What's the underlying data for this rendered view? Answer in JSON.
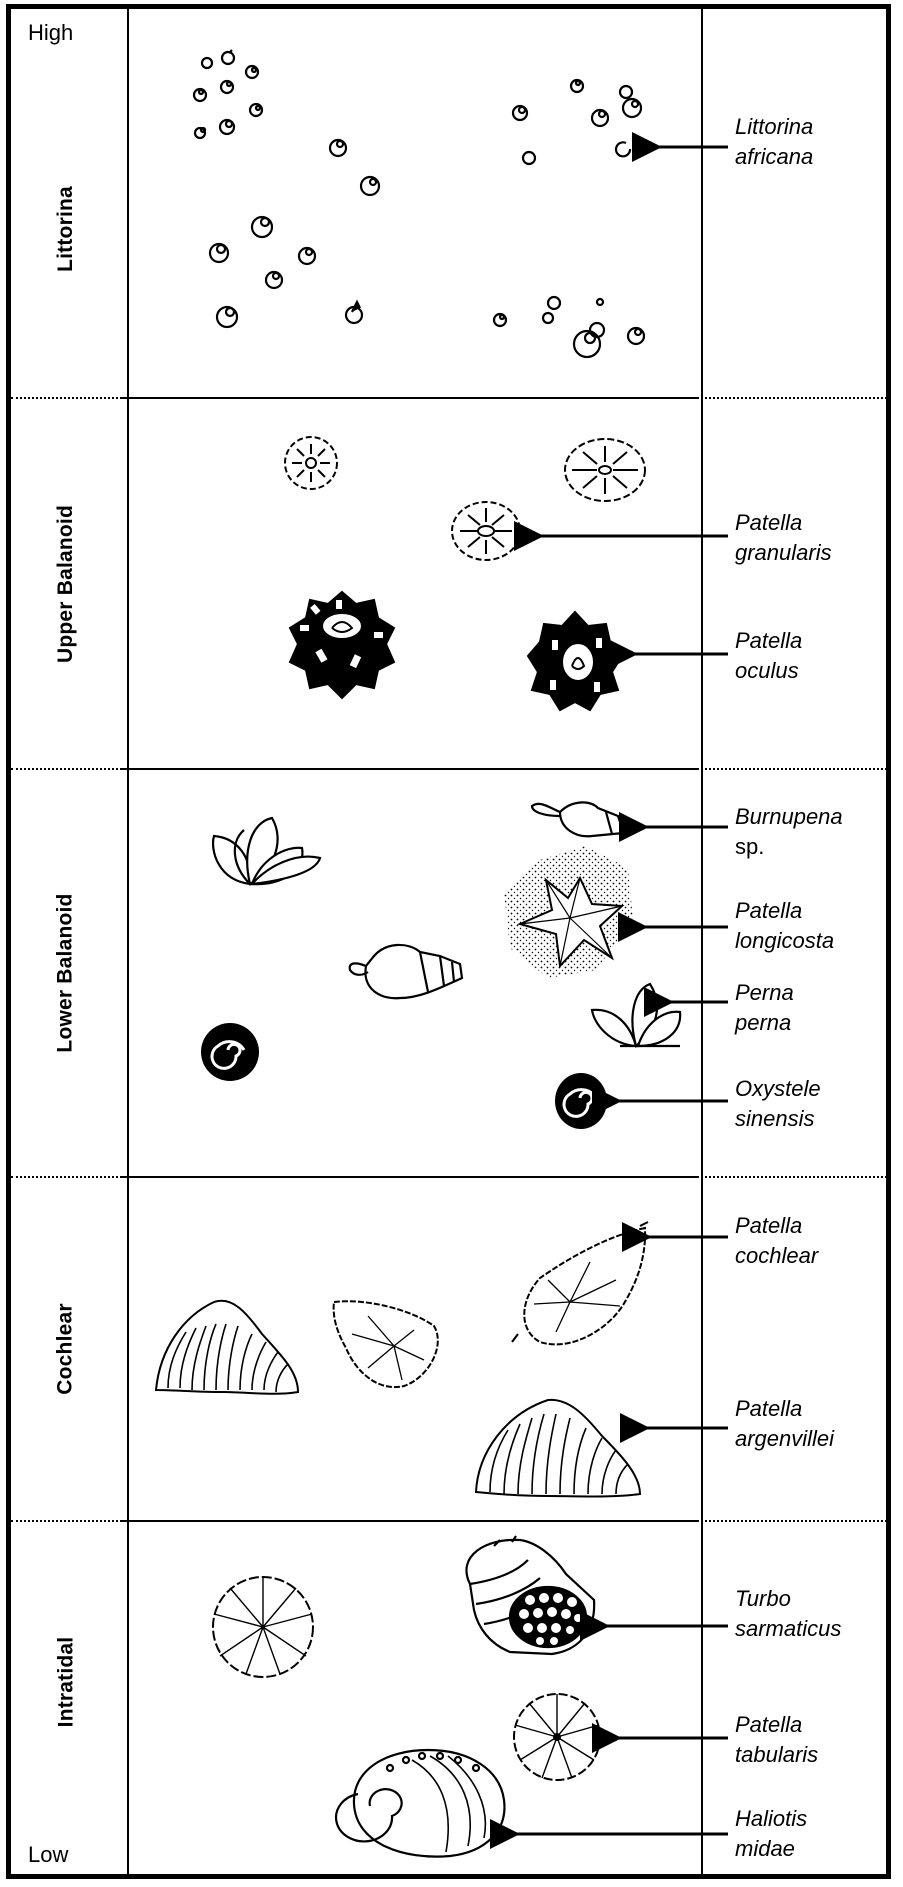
{
  "scale": {
    "high": "High",
    "low": "Low"
  },
  "zones": [
    {
      "name": "Littorina"
    },
    {
      "name": "Upper Balanoid"
    },
    {
      "name": "Lower Balanoid"
    },
    {
      "name": "Cochlear"
    },
    {
      "name": "Intratidal"
    }
  ],
  "species": [
    {
      "line1": "Littorina",
      "line2": "africana"
    },
    {
      "line1": "Patella",
      "line2": "granularis"
    },
    {
      "line1": "Patella",
      "line2": "oculus"
    },
    {
      "line1": "Burnupena",
      "line2": "sp."
    },
    {
      "line1": "Patella",
      "line2": "longicosta"
    },
    {
      "line1": "Perna",
      "line2": "perna"
    },
    {
      "line1": "Oxystele",
      "line2": "sinensis"
    },
    {
      "line1": "Patella",
      "line2": "cochlear"
    },
    {
      "line1": "Patella",
      "line2": "argenvillei"
    },
    {
      "line1": "Turbo",
      "line2": "sarmaticus"
    },
    {
      "line1": "Patella",
      "line2": "tabularis"
    },
    {
      "line1": "Haliotis",
      "line2": "midae"
    }
  ]
}
